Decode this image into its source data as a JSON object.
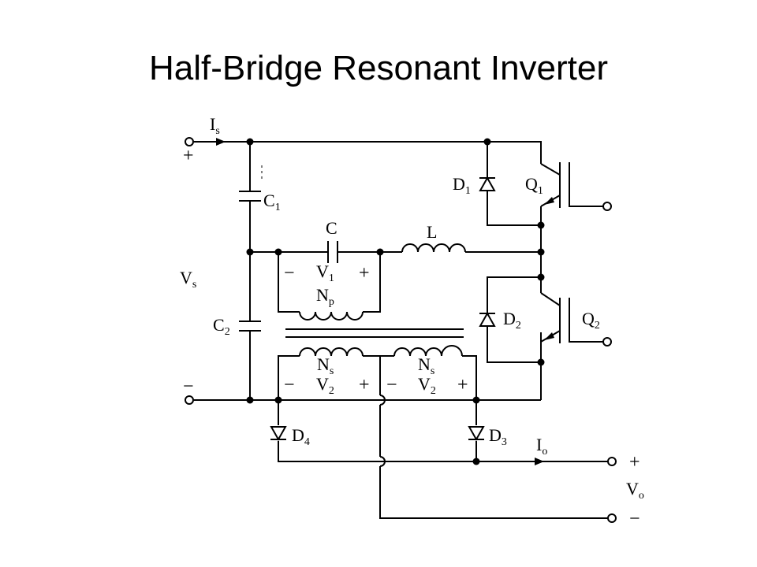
{
  "title": "Half-Bridge Resonant Inverter",
  "labels": {
    "is_main": "I",
    "is_sub": "s",
    "vs_main": "V",
    "vs_sub": "s",
    "c1_main": "C",
    "c1_sub": "1",
    "c2_main": "C",
    "c2_sub": "2",
    "c_main": "C",
    "l_main": "L",
    "v1_main": "V",
    "v1_sub": "1",
    "np_main": "N",
    "np_sub": "p",
    "ns1_main": "N",
    "ns1_sub": "s",
    "ns2_main": "N",
    "ns2_sub": "s",
    "v2a_main": "V",
    "v2a_sub": "2",
    "v2b_main": "V",
    "v2b_sub": "2",
    "d1_main": "D",
    "d1_sub": "1",
    "d2_main": "D",
    "d2_sub": "2",
    "d3_main": "D",
    "d3_sub": "3",
    "d4_main": "D",
    "d4_sub": "4",
    "q1_main": "Q",
    "q1_sub": "1",
    "q2_main": "Q",
    "q2_sub": "2",
    "io_main": "I",
    "io_sub": "o",
    "vo_main": "V",
    "vo_sub": "o"
  },
  "signs": {
    "src_plus": "+",
    "src_minus": "−",
    "v1_minus": "−",
    "v1_plus": "+",
    "v2a_minus": "−",
    "v2a_plus": "+",
    "v2b_minus": "−",
    "v2b_plus": "+",
    "out_plus": "+",
    "out_minus": "−"
  }
}
